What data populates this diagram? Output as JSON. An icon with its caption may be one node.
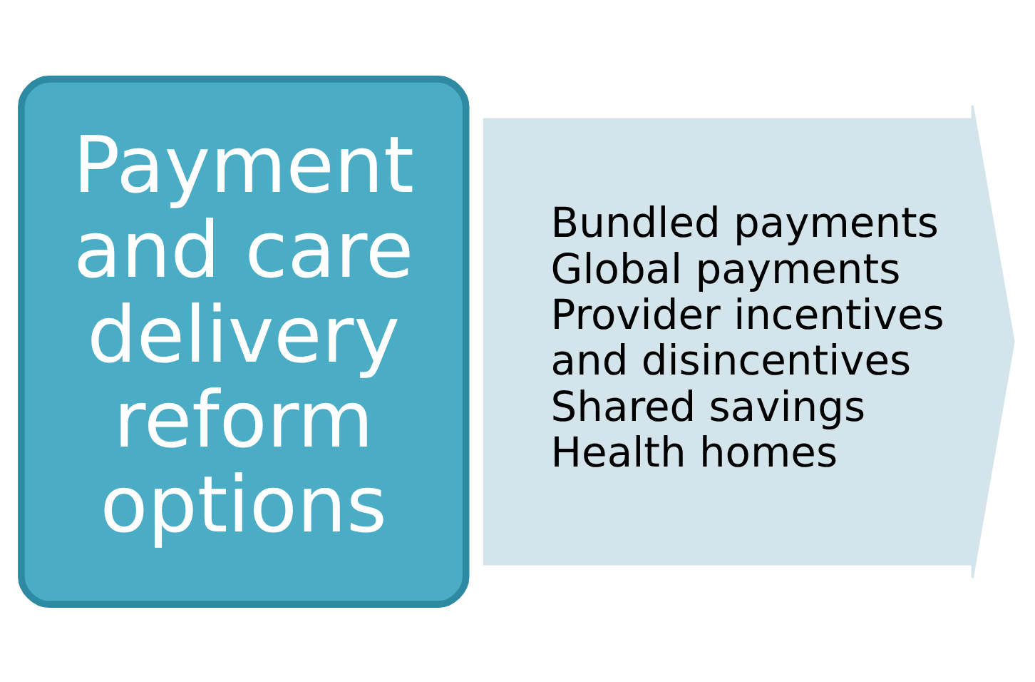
{
  "diagram": {
    "nodes": [
      {
        "text": [
          "Payment and care delivery reform options"
        ]
      },
      {
        "text": [
          "Bundled payments",
          "Global payments",
          "Provider incentives and disincentives",
          "Shared savings",
          "Health homes"
        ]
      }
    ]
  }
}
